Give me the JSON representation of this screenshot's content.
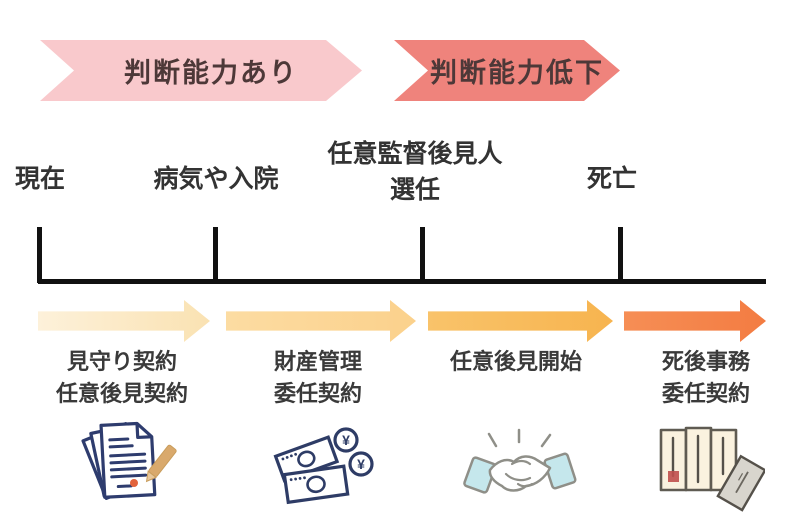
{
  "banners": [
    {
      "label": "判断能力あり",
      "bg": "#f9c9cc",
      "text_color": "#4d3838"
    },
    {
      "label": "判断能力低下",
      "bg": "#ef837c",
      "text_color": "#4d3838"
    }
  ],
  "timeline": {
    "line_color": "#111111",
    "milestones": [
      {
        "lines": [
          "現在"
        ]
      },
      {
        "lines": [
          "病気や入院"
        ]
      },
      {
        "lines": [
          "任意監督後見人",
          "選任"
        ]
      },
      {
        "lines": [
          "死亡"
        ]
      }
    ]
  },
  "phases": [
    {
      "lines": [
        "見守り契約",
        "任意後見契約"
      ],
      "arrow_color_from": "#fdf1da",
      "arrow_color_to": "#fae2b2",
      "icon": "documents-pencil-icon"
    },
    {
      "lines": [
        "財産管理",
        "委任契約"
      ],
      "arrow_color_from": "#fcdca2",
      "arrow_color_to": "#fbd18c",
      "icon": "money-icon"
    },
    {
      "lines": [
        "任意後見開始"
      ],
      "arrow_color_from": "#f9c36a",
      "arrow_color_to": "#f7b44f",
      "icon": "handshake-icon"
    },
    {
      "lines": [
        "死後事務",
        "委任契約"
      ],
      "arrow_color_from": "#f68e55",
      "arrow_color_to": "#f37c42",
      "icon": "will-documents-icon"
    }
  ]
}
